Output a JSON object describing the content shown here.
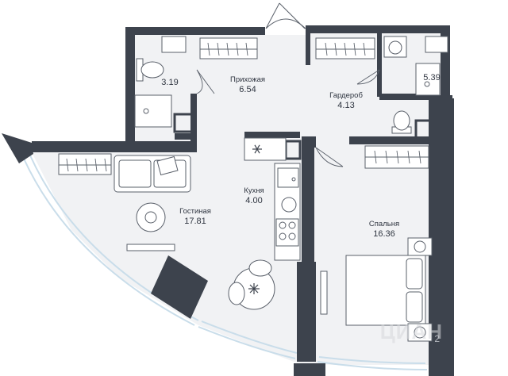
{
  "colors": {
    "wall": "#3d434d",
    "floor": "#f1f2f4",
    "furniture_stroke": "#5a606a",
    "furniture_fill": "#ffffff",
    "window": "#c9ddea"
  },
  "rooms": {
    "bathroom": {
      "name": "",
      "area": "3.19"
    },
    "hallway": {
      "name": "Прихожая",
      "area": "6.54"
    },
    "wardrobe": {
      "name": "Гардероб",
      "area": "4.13"
    },
    "toilet": {
      "name": "",
      "area": "5.39"
    },
    "living": {
      "name": "Гостиная",
      "area": "17.81"
    },
    "kitchen": {
      "name": "Кухня",
      "area": "4.00"
    },
    "bedroom": {
      "name": "Спальня",
      "area": "16.36"
    }
  },
  "icons": {
    "fridge": "snowflake-icon",
    "dining": "flower-icon"
  },
  "watermark": {
    "text": "ЦИАН",
    "id_fragment": "2"
  }
}
